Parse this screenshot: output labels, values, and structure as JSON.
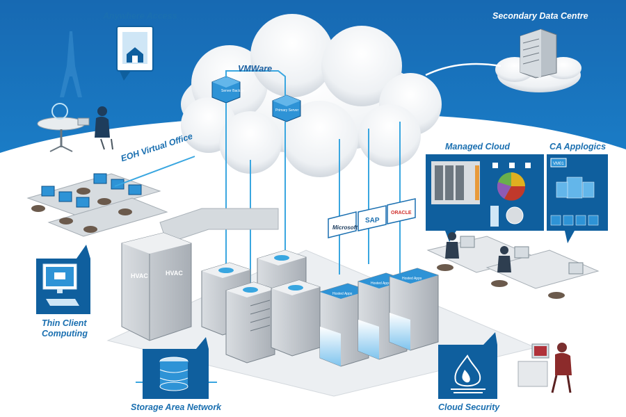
{
  "labels": {
    "anywhere_access": "Anywhere Access",
    "secondary_data_centre": "Secondary Data Centre",
    "vmware": "VMWare",
    "eoh_virtual_office": "EOH Virtual Office",
    "managed_cloud": "Managed Cloud",
    "ca_applogics": "CA Applogics",
    "thin_client_computing_1": "Thin Client",
    "thin_client_computing_2": "Computing",
    "storage_area_network": "Storage Area Network",
    "cloud_security": "Cloud Security"
  },
  "server_labels": {
    "server_backup": "Server Backup",
    "primary_server": "Primary Server"
  },
  "hvac_labels": [
    "HVAC",
    "HVAC"
  ],
  "vendor_logos": [
    "Microsoft",
    "SAP",
    "ORACLE"
  ],
  "hosted_apps_label": "Hosted Apps",
  "vm_badge": "VM01",
  "colors": {
    "sky_blue": "#1673bd",
    "accent_blue": "#1a6fb0",
    "panel_blue": "#0f5f9e",
    "line_blue": "#39a6e0",
    "floor_gray": "#e9ecef"
  }
}
